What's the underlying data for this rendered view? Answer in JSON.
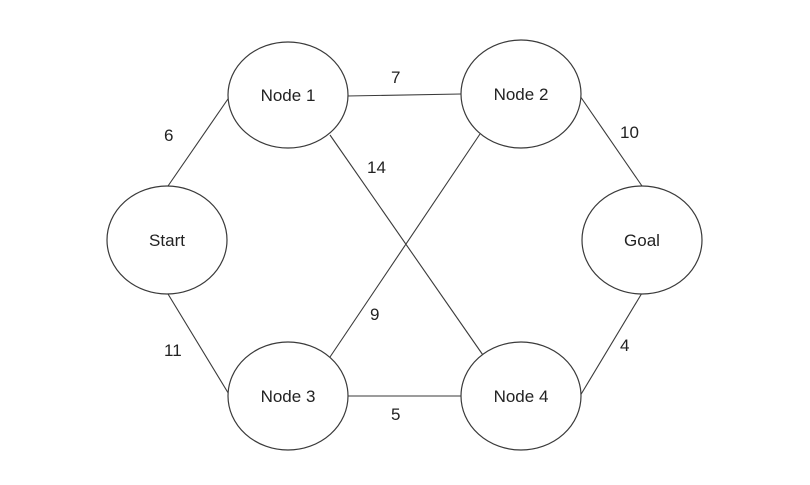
{
  "graph": {
    "nodes": [
      {
        "id": "start",
        "label": "Start"
      },
      {
        "id": "node1",
        "label": "Node 1"
      },
      {
        "id": "node2",
        "label": "Node 2"
      },
      {
        "id": "node3",
        "label": "Node 3"
      },
      {
        "id": "node4",
        "label": "Node 4"
      },
      {
        "id": "goal",
        "label": "Goal"
      }
    ],
    "edges": [
      {
        "from": "start",
        "to": "node1",
        "weight": "6"
      },
      {
        "from": "start",
        "to": "node3",
        "weight": "11"
      },
      {
        "from": "node1",
        "to": "node2",
        "weight": "7"
      },
      {
        "from": "node1",
        "to": "node4",
        "weight": "14"
      },
      {
        "from": "node3",
        "to": "node2",
        "weight": "9"
      },
      {
        "from": "node3",
        "to": "node4",
        "weight": "5"
      },
      {
        "from": "node2",
        "to": "goal",
        "weight": "10"
      },
      {
        "from": "node4",
        "to": "goal",
        "weight": "4"
      }
    ]
  }
}
